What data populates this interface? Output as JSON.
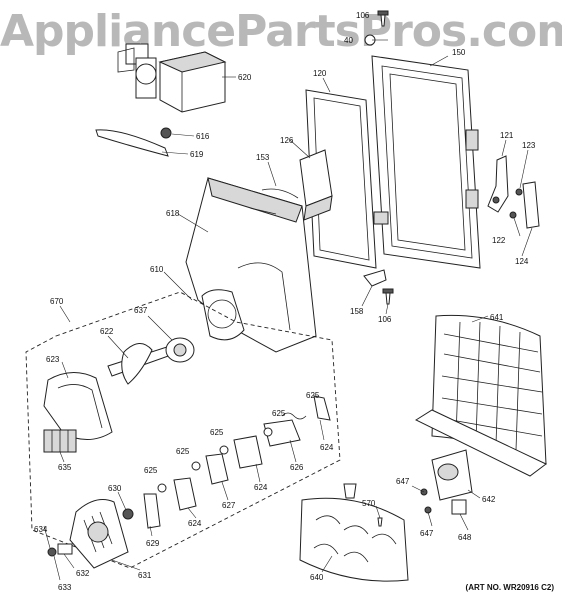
{
  "watermark": "AppliancePartsPros.com",
  "art_number": "(ART NO. WR20916 C2)",
  "callouts": {
    "c106a": "106",
    "c40": "40",
    "c150": "150",
    "c120": "120",
    "c620": "620",
    "c616": "616",
    "c619": "619",
    "c126": "126",
    "c153": "153",
    "c121": "121",
    "c123": "123",
    "c618": "618",
    "c122": "122",
    "c124": "124",
    "c610": "610",
    "c158": "158",
    "c106b": "106",
    "c670": "670",
    "c637": "637",
    "c622": "622",
    "c641": "641",
    "c623": "623",
    "c625a": "625",
    "c625b": "625",
    "c625c": "625",
    "c625d": "625",
    "c625e": "625",
    "c624a": "624",
    "c624b": "624",
    "c624c": "624",
    "c626": "626",
    "c627": "627",
    "c635": "635",
    "c630": "630",
    "c629": "629",
    "c647a": "647",
    "c647b": "647",
    "c642": "642",
    "c648": "648",
    "c570": "570",
    "c634": "634",
    "c632": "632",
    "c633": "633",
    "c631": "631",
    "c640": "640"
  }
}
